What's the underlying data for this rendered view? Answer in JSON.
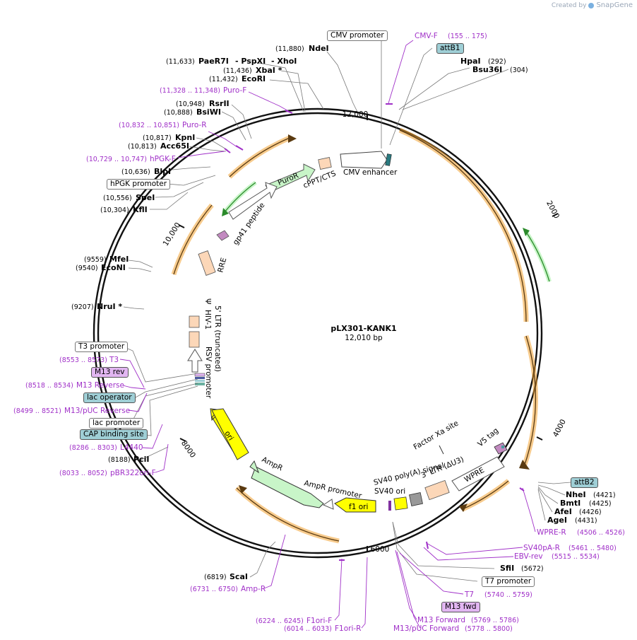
{
  "credit": {
    "prefix": "Created by",
    "app": "SnapGene",
    "color": "#9aa7b8"
  },
  "plasmid": {
    "name": "pLX301-KANK1",
    "size": "12,010 bp",
    "length": 12010
  },
  "ticks": [
    "2000",
    "4000",
    "6000",
    "8000",
    "10,000",
    "12,000"
  ],
  "colors": {
    "primer": "#a030c8",
    "orf": "#f0a030",
    "feature_box": "#fcd7b8",
    "green": "#c8f5c8",
    "yellow": "#ffff00",
    "blue_box": "#9fcfd6",
    "purple_box": "#e2b6f2"
  },
  "features": [
    {
      "label": "CMV enhancer"
    },
    {
      "label": "cPPT/CTS"
    },
    {
      "label": "PuroR"
    },
    {
      "label": "gp41 peptide"
    },
    {
      "label": "RRE"
    },
    {
      "label": "Ψ"
    },
    {
      "label": "HIV-1"
    },
    {
      "label": "5' LTR (truncated)"
    },
    {
      "label": "RSV promoter"
    },
    {
      "label": "ori"
    },
    {
      "label": "AmpR"
    },
    {
      "label": "AmpR promoter"
    },
    {
      "label": "f1 ori"
    },
    {
      "label": "SV40 ori"
    },
    {
      "label": "SV40 poly(A) signal"
    },
    {
      "label": "3' LTR (ΔU3)"
    },
    {
      "label": "WPRE"
    },
    {
      "label": "Factor Xa site"
    },
    {
      "label": "V5 tag"
    }
  ],
  "enzymes": [
    {
      "name": "NdeI",
      "pos": "(11,880)"
    },
    {
      "name": "PaeR7I",
      "pos": "(11,633)"
    },
    {
      "name": "- PspXI",
      "pos": ""
    },
    {
      "name": "- XhoI",
      "pos": ""
    },
    {
      "name": "XbaI *",
      "pos": "(11,436)"
    },
    {
      "name": "EcoRI",
      "pos": "(11,432)"
    },
    {
      "name": "RsrII",
      "pos": "(10,948)"
    },
    {
      "name": "BsiWI",
      "pos": "(10,888)"
    },
    {
      "name": "KpnI",
      "pos": "(10,817)"
    },
    {
      "name": "Acc65I",
      "pos": "(10,813)"
    },
    {
      "name": "BlpI",
      "pos": "(10,636)"
    },
    {
      "name": "SpeI",
      "pos": "(10,556)"
    },
    {
      "name": "KflI",
      "pos": "(10,304)"
    },
    {
      "name": "MfeI",
      "pos": "(9559)"
    },
    {
      "name": "EcoNI",
      "pos": "(9540)"
    },
    {
      "name": "NruI *",
      "pos": "(9207)"
    },
    {
      "name": "PciI",
      "pos": "(8188)"
    },
    {
      "name": "ScaI",
      "pos": "(6819)"
    },
    {
      "name": "SfiI",
      "pos": "(5672)"
    },
    {
      "name": "NheI",
      "pos": "(4421)"
    },
    {
      "name": "BmtI",
      "pos": "(4425)"
    },
    {
      "name": "AfeI",
      "pos": "(4426)"
    },
    {
      "name": "AgeI",
      "pos": "(4431)"
    },
    {
      "name": "HpaI",
      "pos": "(292)"
    },
    {
      "name": "Bsu36I",
      "pos": "(304)"
    }
  ],
  "primers": [
    {
      "name": "CMV-F",
      "pos": "(155 .. 175)"
    },
    {
      "name": "Puro-F",
      "pos": "(11,328 .. 11,348)"
    },
    {
      "name": "Puro-R",
      "pos": "(10,832 .. 10,851)"
    },
    {
      "name": "hPGK-F",
      "pos": "(10,729 .. 10,747)"
    },
    {
      "name": "T3",
      "pos": "(8553 .. 8573)"
    },
    {
      "name": "M13 Reverse",
      "pos": "(8518 .. 8534)"
    },
    {
      "name": "M13/pUC Reverse",
      "pos": "(8499 .. 8521)"
    },
    {
      "name": "L4440",
      "pos": "(8286 .. 8303)"
    },
    {
      "name": "pBR322ori-F",
      "pos": "(8033 .. 8052)"
    },
    {
      "name": "Amp-R",
      "pos": "(6731 .. 6750)"
    },
    {
      "name": "F1ori-F",
      "pos": "(6224 .. 6245)"
    },
    {
      "name": "F1ori-R",
      "pos": "(6014 .. 6033)"
    },
    {
      "name": "M13 Forward",
      "pos": "(5769 .. 5786)"
    },
    {
      "name": "M13/pUC Forward",
      "pos": "(5778 .. 5800)"
    },
    {
      "name": "T7",
      "pos": "(5740 .. 5759)"
    },
    {
      "name": "EBV-rev",
      "pos": "(5515 .. 5534)"
    },
    {
      "name": "SV40pA-R",
      "pos": "(5461 .. 5480)"
    },
    {
      "name": "WPRE-R",
      "pos": "(4506 .. 4526)"
    }
  ],
  "boxes": [
    {
      "label": "CMV promoter"
    },
    {
      "label": "attB1"
    },
    {
      "label": "hPGK promoter"
    },
    {
      "label": "T3 promoter"
    },
    {
      "label": "M13 rev"
    },
    {
      "label": "lac operator"
    },
    {
      "label": "lac promoter"
    },
    {
      "label": "CAP binding site"
    },
    {
      "label": "T7 promoter"
    },
    {
      "label": "M13 fwd"
    },
    {
      "label": "attB2"
    }
  ]
}
